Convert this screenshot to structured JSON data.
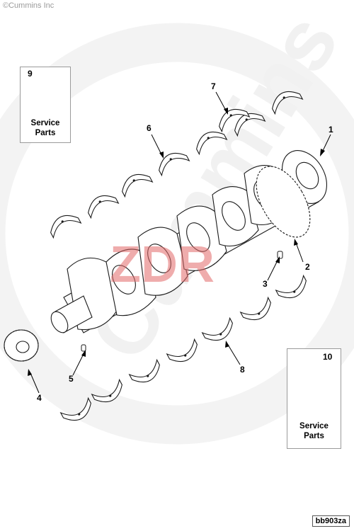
{
  "copyright": "©Cummins Inc",
  "watermarks": {
    "brand": "Cummins",
    "overlay": "ZDR"
  },
  "colors": {
    "line": "#1a1a1a",
    "part_fill": "#ffffff",
    "watermark_grey": "#f2f2f2",
    "watermark_red": "#e36a6a",
    "box_border": "#9a9a9a"
  },
  "callouts": [
    {
      "id": "1",
      "label": "1"
    },
    {
      "id": "2",
      "label": "2"
    },
    {
      "id": "3",
      "label": "3"
    },
    {
      "id": "4",
      "label": "4"
    },
    {
      "id": "5",
      "label": "5"
    },
    {
      "id": "6",
      "label": "6"
    },
    {
      "id": "7",
      "label": "7"
    },
    {
      "id": "8",
      "label": "8"
    }
  ],
  "service_boxes": [
    {
      "id": "9",
      "number": "9",
      "line1": "Service",
      "line2": "Parts"
    },
    {
      "id": "10",
      "number": "10",
      "line1": "Service",
      "line2": "Parts"
    }
  ],
  "figure_id": "bb903za"
}
